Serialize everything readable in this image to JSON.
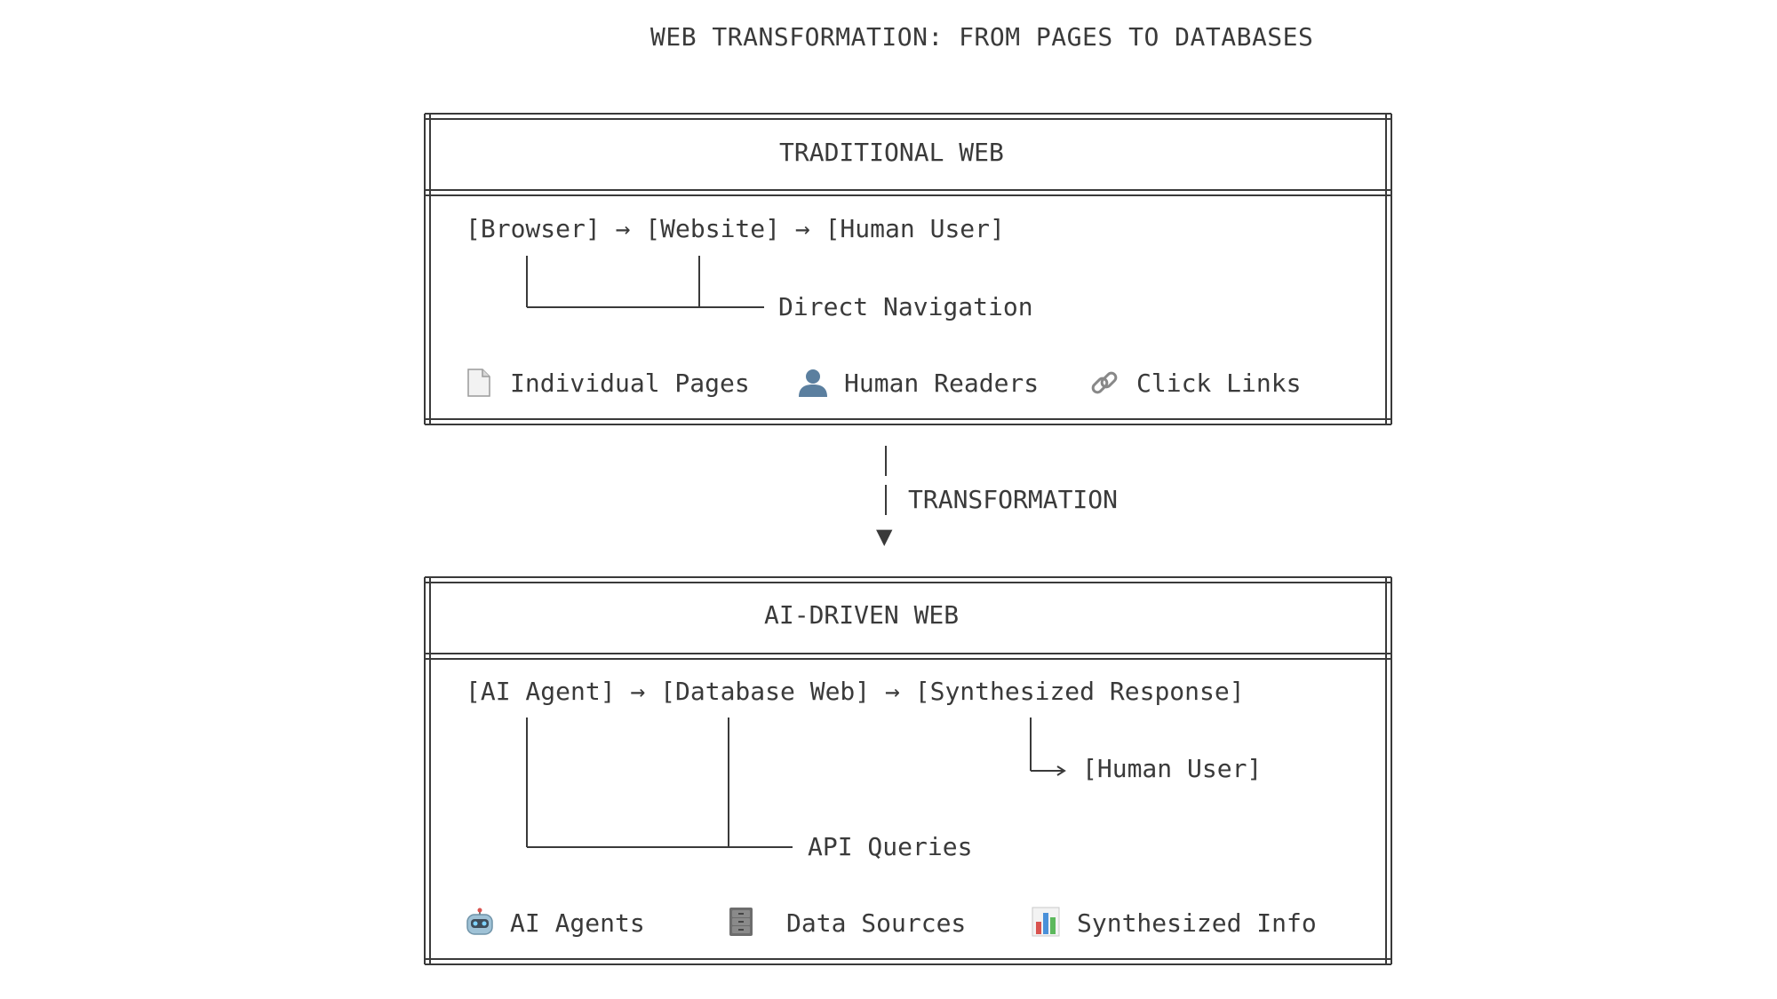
{
  "title": "WEB TRANSFORMATION: FROM PAGES TO DATABASES",
  "traditional": {
    "header": "TRADITIONAL WEB",
    "flow": "[Browser] → [Website] → [Human User]",
    "branch_label": "Direct Navigation",
    "features": [
      {
        "icon": "page-icon",
        "label": "Individual Pages"
      },
      {
        "icon": "person-icon",
        "label": "Human Readers"
      },
      {
        "icon": "link-icon",
        "label": "Click Links"
      }
    ]
  },
  "transition": {
    "label": "TRANSFORMATION",
    "arrow": "▼"
  },
  "ai": {
    "header": "AI-DRIVEN WEB",
    "flow": "[AI Agent] → [Database Web] → [Synthesized Response]",
    "sub_target": "[Human User]",
    "branch_label": "API Queries",
    "features": [
      {
        "icon": "robot-icon",
        "label": "AI Agents"
      },
      {
        "icon": "file-cabinet-icon",
        "label": "Data Sources"
      },
      {
        "icon": "bar-chart-icon",
        "label": "Synthesized Info"
      }
    ]
  },
  "colors": {
    "text": "#3a3a3a",
    "background": "#ffffff"
  }
}
